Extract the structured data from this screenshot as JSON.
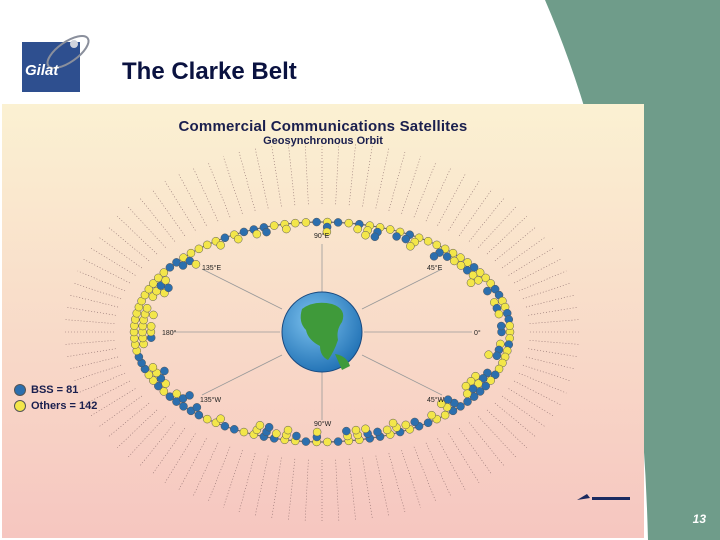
{
  "slide": {
    "title": "The Clarke Belt",
    "page_number": "13"
  },
  "logo": {
    "text": "Gilat"
  },
  "poster": {
    "title": "Commercial Communications Satellites",
    "subtitle": "Geosynchronous Orbit",
    "longitude_labels": [
      "90°E",
      "45°E",
      "0°",
      "45°W",
      "90°W",
      "135°W",
      "180°",
      "135°E"
    ],
    "legend": [
      {
        "label": "BSS = 81",
        "color": "#2c6fae"
      },
      {
        "label": "Others = 142",
        "color": "#f3e64a"
      }
    ]
  },
  "colors": {
    "slide_background": "#ffffff",
    "right_band": "#6f9c8a",
    "poster_top": "#fbf1d2",
    "poster_bottom": "#f6c6c0",
    "bss": "#2c6fae",
    "others": "#f3e64a",
    "title_text": "#0a1240"
  }
}
